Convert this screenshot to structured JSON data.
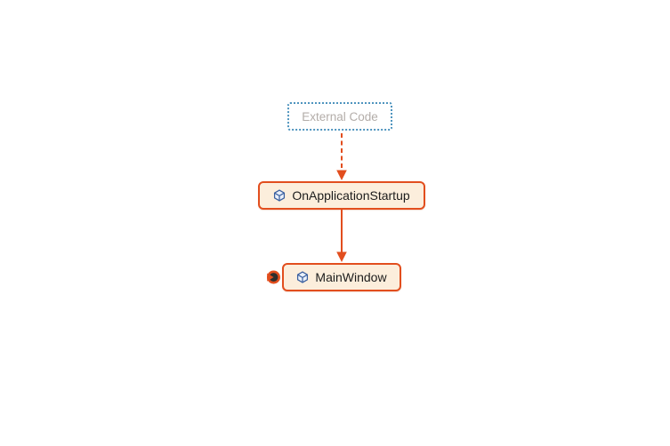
{
  "diagram": {
    "type": "code-map-call-graph",
    "nodes": [
      {
        "label": "External Code",
        "kind": "external-group",
        "border_style": "dotted",
        "border_color": "#4E94BE",
        "text_color": "#B3ADA9",
        "fill": "#FFFFFF"
      },
      {
        "label": "OnApplicationStartup",
        "kind": "method",
        "icon": "cube-icon",
        "border_style": "solid",
        "border_color": "#E24E1E",
        "text_color": "#1C1C1C",
        "fill": "#FCEEDC"
      },
      {
        "label": "MainWindow",
        "kind": "method",
        "icon": "cube-icon",
        "badge": "current-node-indicator",
        "border_style": "solid",
        "border_color": "#E24E1E",
        "text_color": "#1C1C1C",
        "fill": "#FCEEDC"
      }
    ],
    "edges": [
      {
        "from": "External Code",
        "to": "OnApplicationStartup",
        "line_style": "dashed",
        "color": "#E24E1E"
      },
      {
        "from": "OnApplicationStartup",
        "to": "MainWindow",
        "line_style": "solid",
        "color": "#E24E1E"
      }
    ],
    "colors": {
      "background": "#FFFFFF",
      "accent_orange": "#E24E1E",
      "node_fill": "#FCEEDC",
      "external_border_blue": "#4E94BE",
      "external_text_gray": "#B3ADA9",
      "node_text": "#1C1C1C",
      "icon_blue": "#3A5F9F",
      "badge_dark": "#2E2E2E"
    }
  }
}
